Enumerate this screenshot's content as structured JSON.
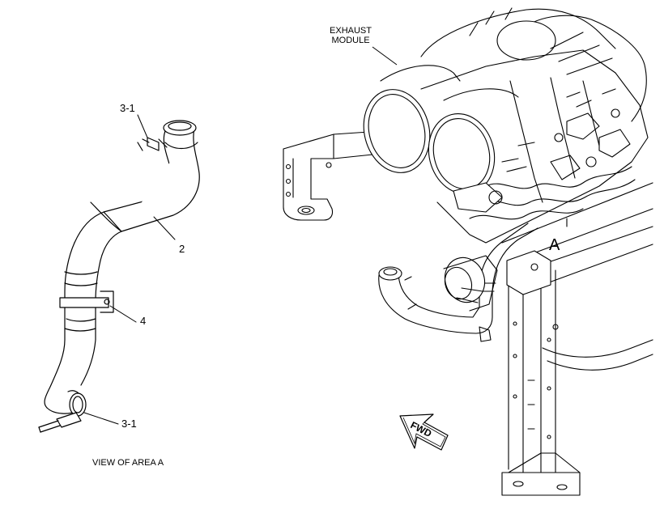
{
  "labels": {
    "exhaust_module_line1": "EXHAUST",
    "exhaust_module_line2": "MODULE",
    "callout_3_1_top": "3-1",
    "callout_2": "2",
    "callout_4": "4",
    "callout_3_1_bottom": "3-1",
    "view_caption": "VIEW OF AREA A",
    "area_marker": "A",
    "fwd_arrow": "FWD"
  }
}
